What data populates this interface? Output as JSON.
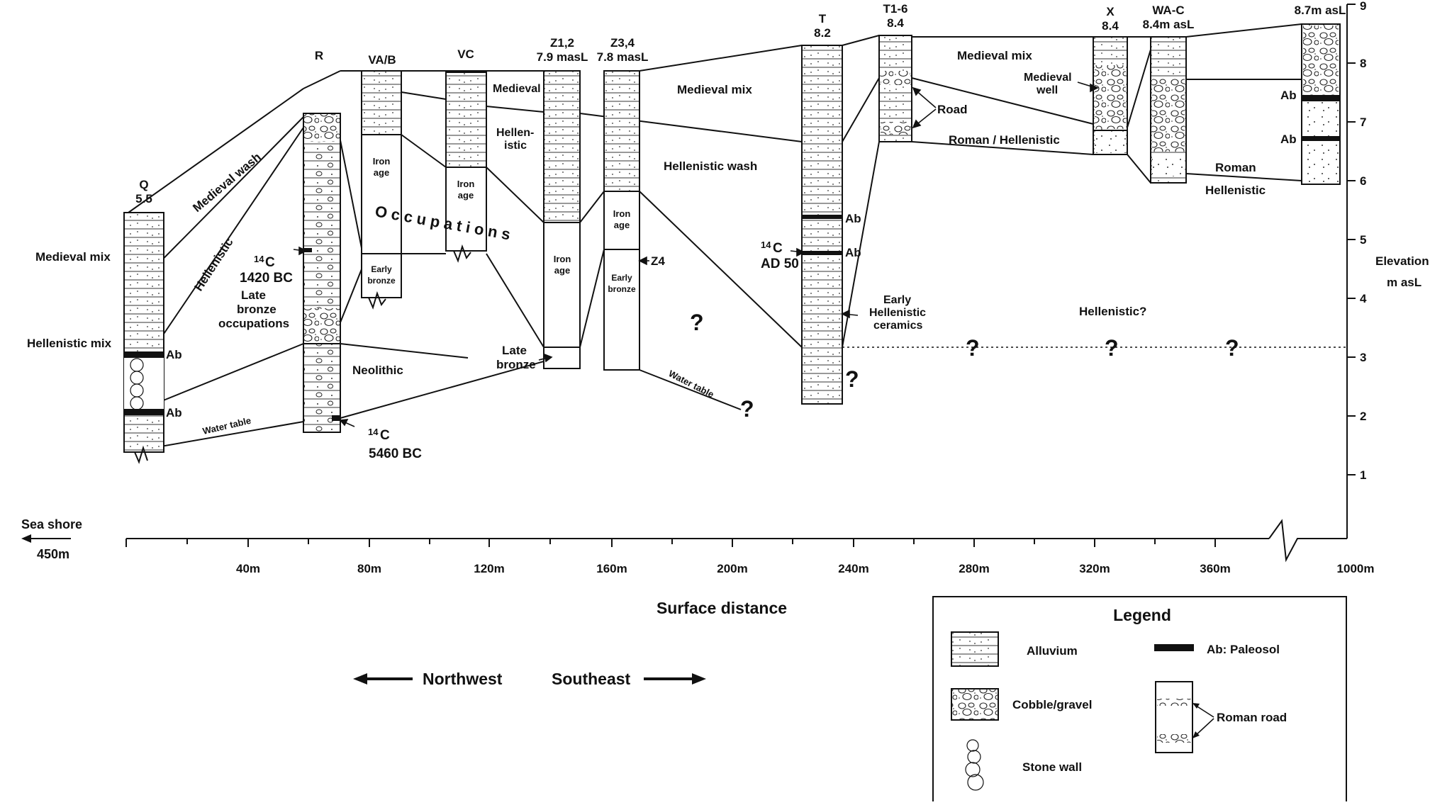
{
  "cores": [
    {
      "id": "Q",
      "elev": "5.5"
    },
    {
      "id": "R"
    },
    {
      "id": "VA/B"
    },
    {
      "id": "VC"
    },
    {
      "id": "Z1,2",
      "elev": "7.9 masL"
    },
    {
      "id": "Z3,4",
      "elev": "7.8 masL"
    },
    {
      "id": "T",
      "elev": "8.2"
    },
    {
      "id": "T1-6",
      "elev": "8.4"
    },
    {
      "id": "X",
      "elev": "8.4"
    },
    {
      "id": "WA-C",
      "elev": "8.4m asL"
    },
    {
      "id": "",
      "elev": "8.7m asL"
    }
  ],
  "units": {
    "medieval_wash": "Medieval wash",
    "medieval_mix": "Medieval mix",
    "hellenistic": "Hellenistic",
    "hellenistic_mix": "Hellenistic mix",
    "hellenistic_wash": "Hellenistic wash",
    "hellenistic_q": "Hellenistic?",
    "hellen_1": "Hellen-",
    "hellen_2": "istic",
    "medieval": "Medieval",
    "late_bronze_occ": [
      "Late",
      "bronze",
      "occupations"
    ],
    "neolithic": "Neolithic",
    "late_bronze": [
      "Late",
      "bronze"
    ],
    "occupations": "Occupations",
    "iron_age": [
      "Iron",
      "age"
    ],
    "early_bronze": [
      "Early",
      "bronze"
    ],
    "roman": "Roman",
    "roman_hellenistic": "Roman / Hellenistic",
    "road": "Road",
    "medieval_well": [
      "Medieval",
      "well"
    ],
    "early_hell_ceramics": [
      "Early",
      "Hellenistic",
      "ceramics"
    ],
    "water_table": "Water table",
    "z4": "Z4",
    "ab": "Ab",
    "q": "?"
  },
  "dates": {
    "c14_sup": "14",
    "c14": "C",
    "d1420": "1420 BC",
    "d5460": "5460 BC",
    "ad50": "AD 50"
  },
  "axes": {
    "x_ticks": [
      "40m",
      "80m",
      "120m",
      "160m",
      "200m",
      "240m",
      "280m",
      "320m",
      "360m",
      "1000m"
    ],
    "x_title": "Surface distance",
    "sea_shore": "Sea shore",
    "sea_dist": "450m",
    "y_ticks": [
      "1",
      "2",
      "3",
      "4",
      "5",
      "6",
      "7",
      "8",
      "9"
    ],
    "y_title_1": "Elevation",
    "y_title_2": "m asL"
  },
  "directions": {
    "northwest": "Northwest",
    "southeast": "Southeast"
  },
  "legend": {
    "title": "Legend",
    "alluvium": "Alluvium",
    "cobble": "Cobble/gravel",
    "stone_wall": "Stone wall",
    "paleosol": "Ab: Paleosol",
    "roman_road": "Roman road"
  }
}
